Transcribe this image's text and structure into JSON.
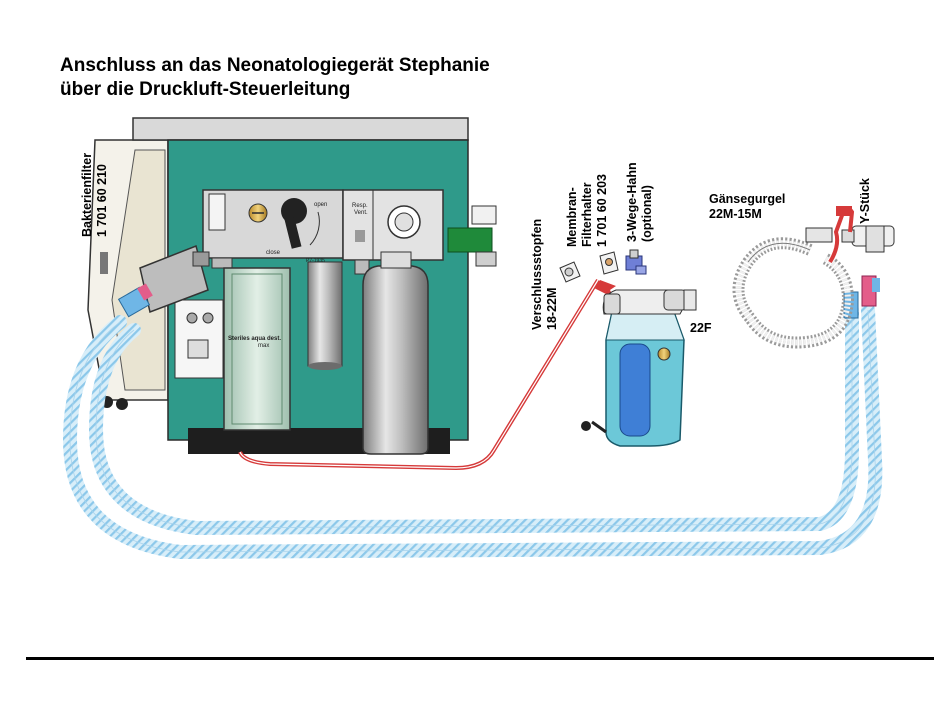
{
  "title": {
    "line1": "Anschluss an das Neonatologiegerät Stephanie",
    "line2": "über die Druckluft-Steuerleitung"
  },
  "labels": {
    "bakterienfilter": "Bakterienfilter",
    "bakterienfilter_nr": "1 701 60 210",
    "verschlussstopfen": "Verschlussstopfen",
    "verschlussstopfen_size": "18-22M",
    "membran": "Membran-",
    "filterhalter": "Filterhalter",
    "filterhalter_nr": "1 701 60 203",
    "wegehahn": "3-Wege-Hahn",
    "wegehahn_opt": "(optional)",
    "gaensegurgel": "Gänsegurgel",
    "gaensegurgel_size": "22M-15M",
    "ystueck": "Y-Stück",
    "size_22f": "22F"
  },
  "device_text": {
    "open": "open",
    "close": "close",
    "resp": "Resp.",
    "vent": "Vent.",
    "model": "P7-1935",
    "sterile": "Steriles aqua dest.",
    "max": "max"
  },
  "colors": {
    "cabinet": "#2f9a8a",
    "hose": "#bfe3f5",
    "hose_rib": "#8cc8ea",
    "control_line": "#d63a3a",
    "humidifier": "#6cc8d8",
    "green_connector": "#1f8a3a"
  }
}
